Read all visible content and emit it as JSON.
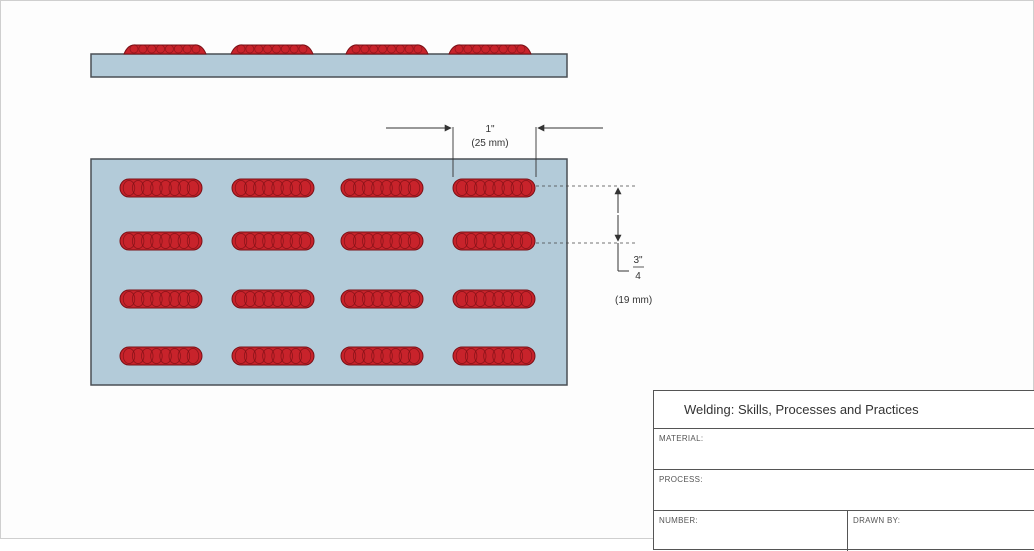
{
  "dimensions": {
    "horizontal": {
      "inch": "1\"",
      "metric": "(25 mm)"
    },
    "vertical": {
      "numerator": "3\"",
      "denominator": "4",
      "metric": "(19 mm)"
    }
  },
  "title_block": {
    "title": "Welding: Skills, Processes and Practices",
    "material_label": "MATERIAL:",
    "process_label": "PROCESS:",
    "number_label": "NUMBER:",
    "drawn_by_label": "DRAWN BY:"
  },
  "colors": {
    "plate": "#b3cbd9",
    "plate_edge": "#4a4f55",
    "bead": "#c8232b",
    "bead_edge": "#7a1016",
    "line": "#333333"
  },
  "bead_layout": {
    "rows": 4,
    "columns": 4,
    "side_view_beads": 4
  }
}
